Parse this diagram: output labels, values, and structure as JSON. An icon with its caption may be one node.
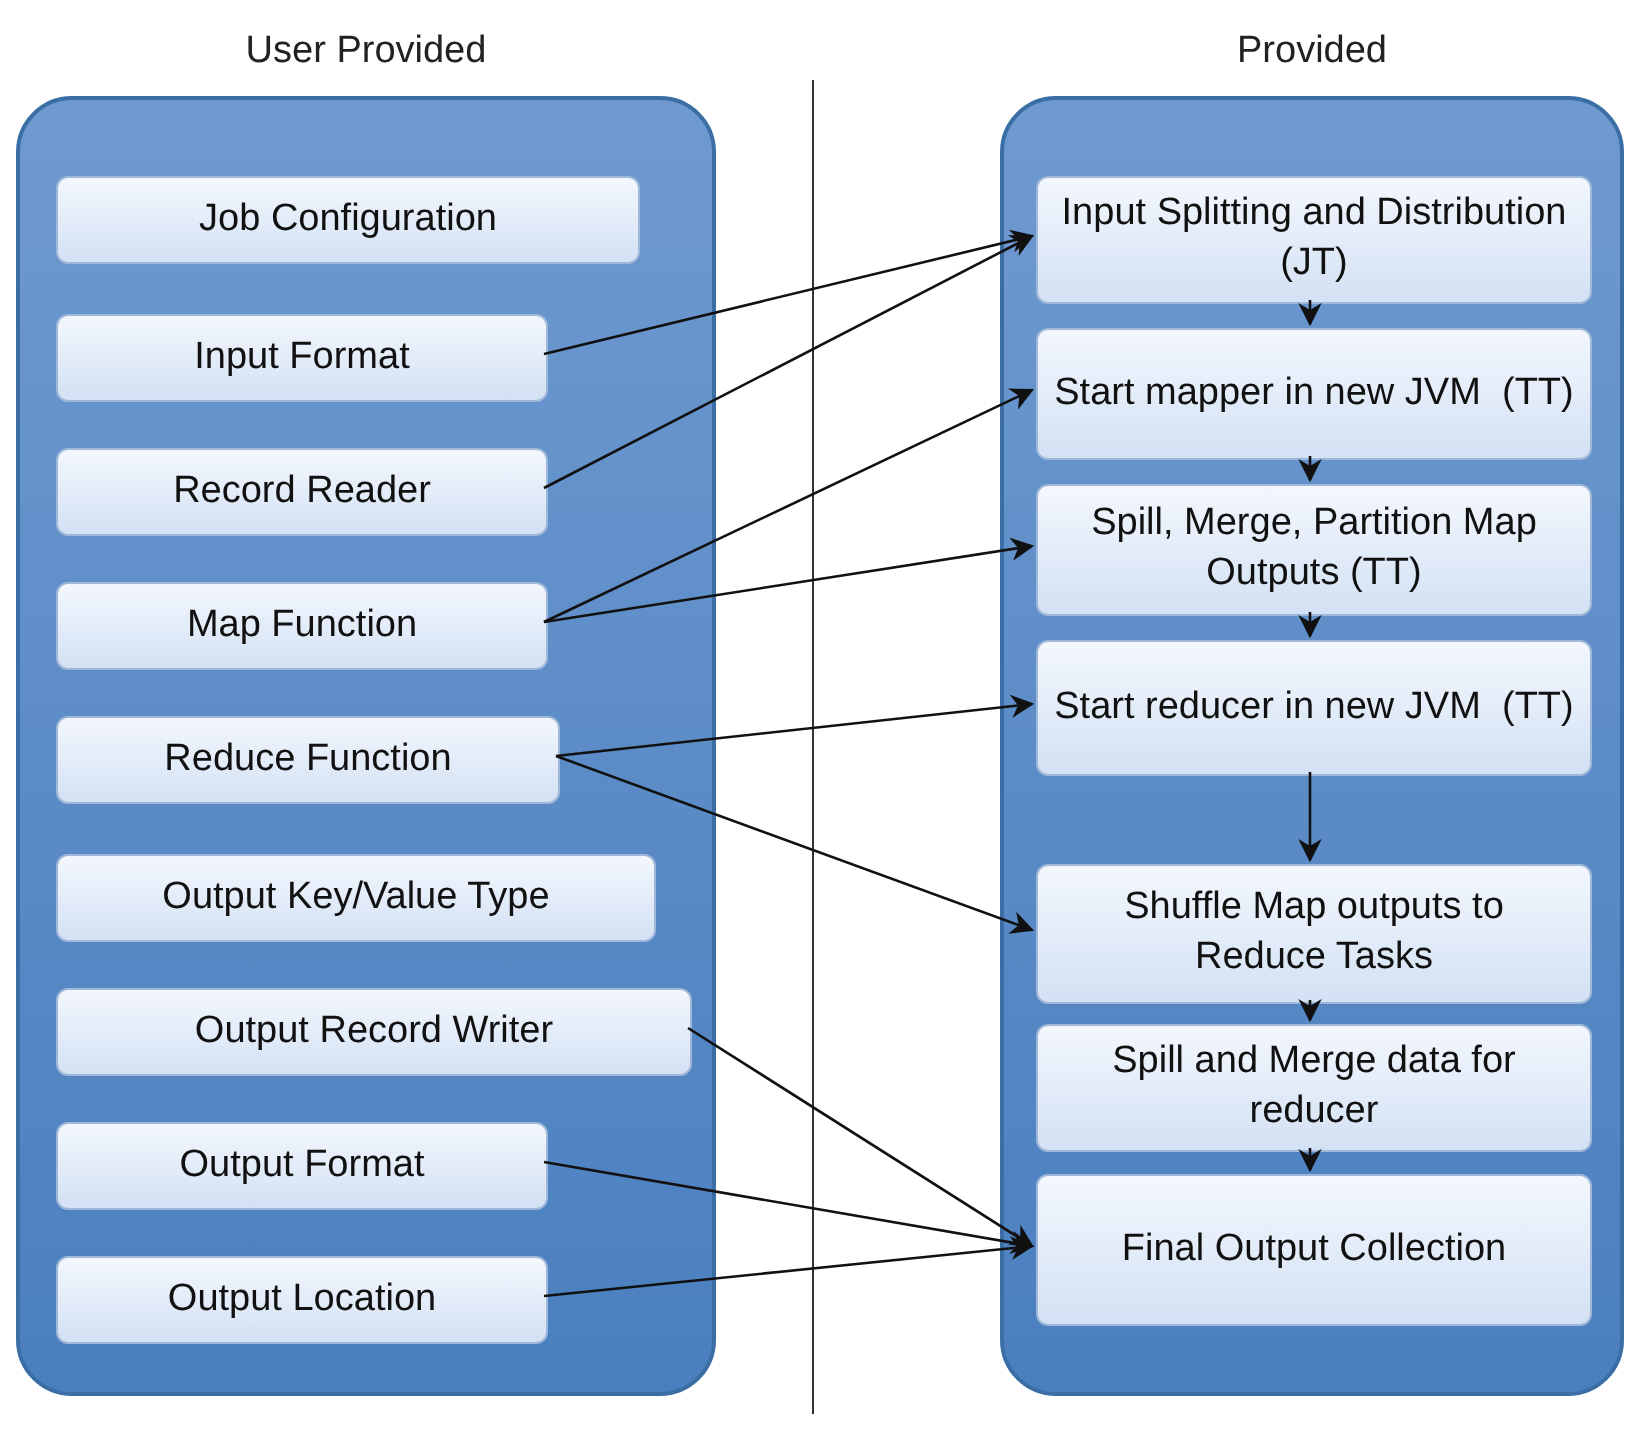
{
  "diagram": {
    "nodes": [
      {
        "text": [
          "User Provided"
        ]
      },
      {
        "text": [
          "Job Configuration"
        ],
        "in": 0
      },
      {
        "text": [
          "Input Format"
        ],
        "in": 0
      },
      {
        "text": [
          "Record Reader"
        ],
        "in": 0
      },
      {
        "text": [
          "Map Function"
        ],
        "in": 0
      },
      {
        "text": [
          "Reduce Function"
        ],
        "in": 0
      },
      {
        "text": [
          "Output Key/Value Type"
        ],
        "in": 0
      },
      {
        "text": [
          "Output Record Writer"
        ],
        "in": 0
      },
      {
        "text": [
          "Output Format"
        ],
        "in": 0
      },
      {
        "text": [
          "Output Location"
        ],
        "in": 0
      },
      {
        "text": [
          "Provided"
        ]
      },
      {
        "text": [
          "Input Splitting and Distribution (JT)"
        ],
        "in": 10
      },
      {
        "text": [
          "Start mapper in new JVM  (TT)"
        ],
        "in": 10
      },
      {
        "text": [
          "Spill, Merge, Partition Map Outputs (TT)"
        ],
        "in": 10
      },
      {
        "text": [
          "Start reducer in new JVM  (TT)"
        ],
        "in": 10
      },
      {
        "text": [
          "Shuffle Map outputs to Reduce Tasks"
        ],
        "in": 10
      },
      {
        "text": [
          "Spill and Merge data for reducer"
        ],
        "in": 10
      },
      {
        "text": [
          "Final Output Collection"
        ],
        "in": 10
      }
    ],
    "edges": [
      {
        "from": 2,
        "to": 11,
        "arrow": "to"
      },
      {
        "from": 3,
        "to": 11,
        "arrow": "to"
      },
      {
        "from": 4,
        "to": 12,
        "arrow": "to"
      },
      {
        "from": 4,
        "to": 13,
        "arrow": "to"
      },
      {
        "from": 5,
        "to": 14,
        "arrow": "to"
      },
      {
        "from": 5,
        "to": 15,
        "arrow": "to"
      },
      {
        "from": 7,
        "to": 17,
        "arrow": "to"
      },
      {
        "from": 8,
        "to": 17,
        "arrow": "to"
      },
      {
        "from": 9,
        "to": 17,
        "arrow": "to"
      },
      {
        "from": 11,
        "to": 12,
        "arrow": "to"
      },
      {
        "from": 12,
        "to": 13,
        "arrow": "to"
      },
      {
        "from": 13,
        "to": 14,
        "arrow": "to"
      },
      {
        "from": 14,
        "to": 15,
        "arrow": "to"
      },
      {
        "from": 15,
        "to": 16,
        "arrow": "to"
      },
      {
        "from": 16,
        "to": 17,
        "arrow": "to"
      }
    ]
  }
}
